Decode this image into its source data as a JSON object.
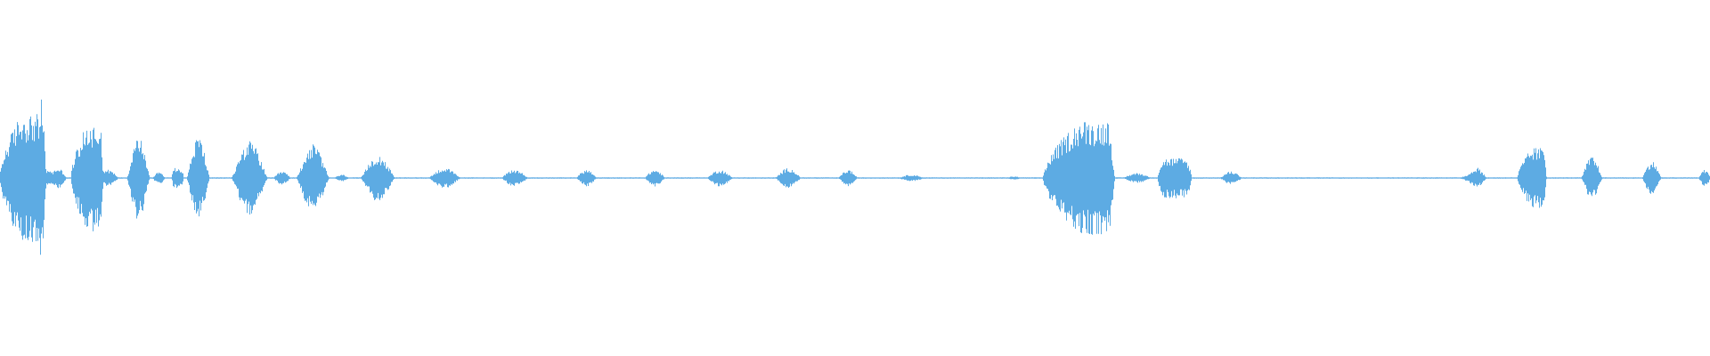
{
  "waveform": {
    "color": "#5dabe3",
    "segments": [
      {
        "center": 0.012,
        "width": 0.024,
        "amplitude": 0.38,
        "shape": "attack"
      },
      {
        "center": 0.024,
        "width": 0.007,
        "amplitude": 0.47,
        "shape": "peak"
      },
      {
        "center": 0.029,
        "width": 0.008,
        "amplitude": 0.05,
        "shape": "peak"
      },
      {
        "center": 0.034,
        "width": 0.011,
        "amplitude": 0.06,
        "shape": "peak"
      },
      {
        "center": 0.051,
        "width": 0.019,
        "amplitude": 0.32,
        "shape": "attack"
      },
      {
        "center": 0.063,
        "width": 0.014,
        "amplitude": 0.05,
        "shape": "peak"
      },
      {
        "center": 0.081,
        "width": 0.014,
        "amplitude": 0.25,
        "shape": "peak"
      },
      {
        "center": 0.093,
        "width": 0.008,
        "amplitude": 0.04,
        "shape": "peak"
      },
      {
        "center": 0.104,
        "width": 0.007,
        "amplitude": 0.06,
        "shape": "block"
      },
      {
        "center": 0.116,
        "width": 0.014,
        "amplitude": 0.25,
        "shape": "peak"
      },
      {
        "center": 0.146,
        "width": 0.022,
        "amplitude": 0.22,
        "shape": "peak"
      },
      {
        "center": 0.165,
        "width": 0.011,
        "amplitude": 0.04,
        "shape": "peak"
      },
      {
        "center": 0.183,
        "width": 0.02,
        "amplitude": 0.2,
        "shape": "peak"
      },
      {
        "center": 0.2,
        "width": 0.01,
        "amplitude": 0.02,
        "shape": "peak"
      },
      {
        "center": 0.221,
        "width": 0.021,
        "amplitude": 0.14,
        "shape": "peak"
      },
      {
        "center": 0.26,
        "width": 0.02,
        "amplitude": 0.06,
        "shape": "peak"
      },
      {
        "center": 0.301,
        "width": 0.017,
        "amplitude": 0.05,
        "shape": "peak"
      },
      {
        "center": 0.343,
        "width": 0.013,
        "amplitude": 0.05,
        "shape": "peak"
      },
      {
        "center": 0.383,
        "width": 0.013,
        "amplitude": 0.05,
        "shape": "peak"
      },
      {
        "center": 0.421,
        "width": 0.016,
        "amplitude": 0.05,
        "shape": "peak"
      },
      {
        "center": 0.461,
        "width": 0.016,
        "amplitude": 0.06,
        "shape": "peak"
      },
      {
        "center": 0.496,
        "width": 0.012,
        "amplitude": 0.05,
        "shape": "peak"
      },
      {
        "center": 0.533,
        "width": 0.017,
        "amplitude": 0.02,
        "shape": "peak"
      },
      {
        "center": 0.593,
        "width": 0.01,
        "amplitude": 0.01,
        "shape": "peak"
      },
      {
        "center": 0.631,
        "width": 0.042,
        "amplitude": 0.34,
        "shape": "attack"
      },
      {
        "center": 0.665,
        "width": 0.018,
        "amplitude": 0.03,
        "shape": "peak"
      },
      {
        "center": 0.687,
        "width": 0.02,
        "amplitude": 0.12,
        "shape": "block"
      },
      {
        "center": 0.72,
        "width": 0.014,
        "amplitude": 0.04,
        "shape": "peak"
      },
      {
        "center": 0.864,
        "width": 0.028,
        "amplitude": 0.07,
        "shape": "ramp"
      },
      {
        "center": 0.896,
        "width": 0.017,
        "amplitude": 0.18,
        "shape": "attack"
      },
      {
        "center": 0.931,
        "width": 0.013,
        "amplitude": 0.13,
        "shape": "peak"
      },
      {
        "center": 0.966,
        "width": 0.012,
        "amplitude": 0.1,
        "shape": "peak"
      },
      {
        "center": 0.997,
        "width": 0.008,
        "amplitude": 0.05,
        "shape": "peak"
      }
    ]
  }
}
